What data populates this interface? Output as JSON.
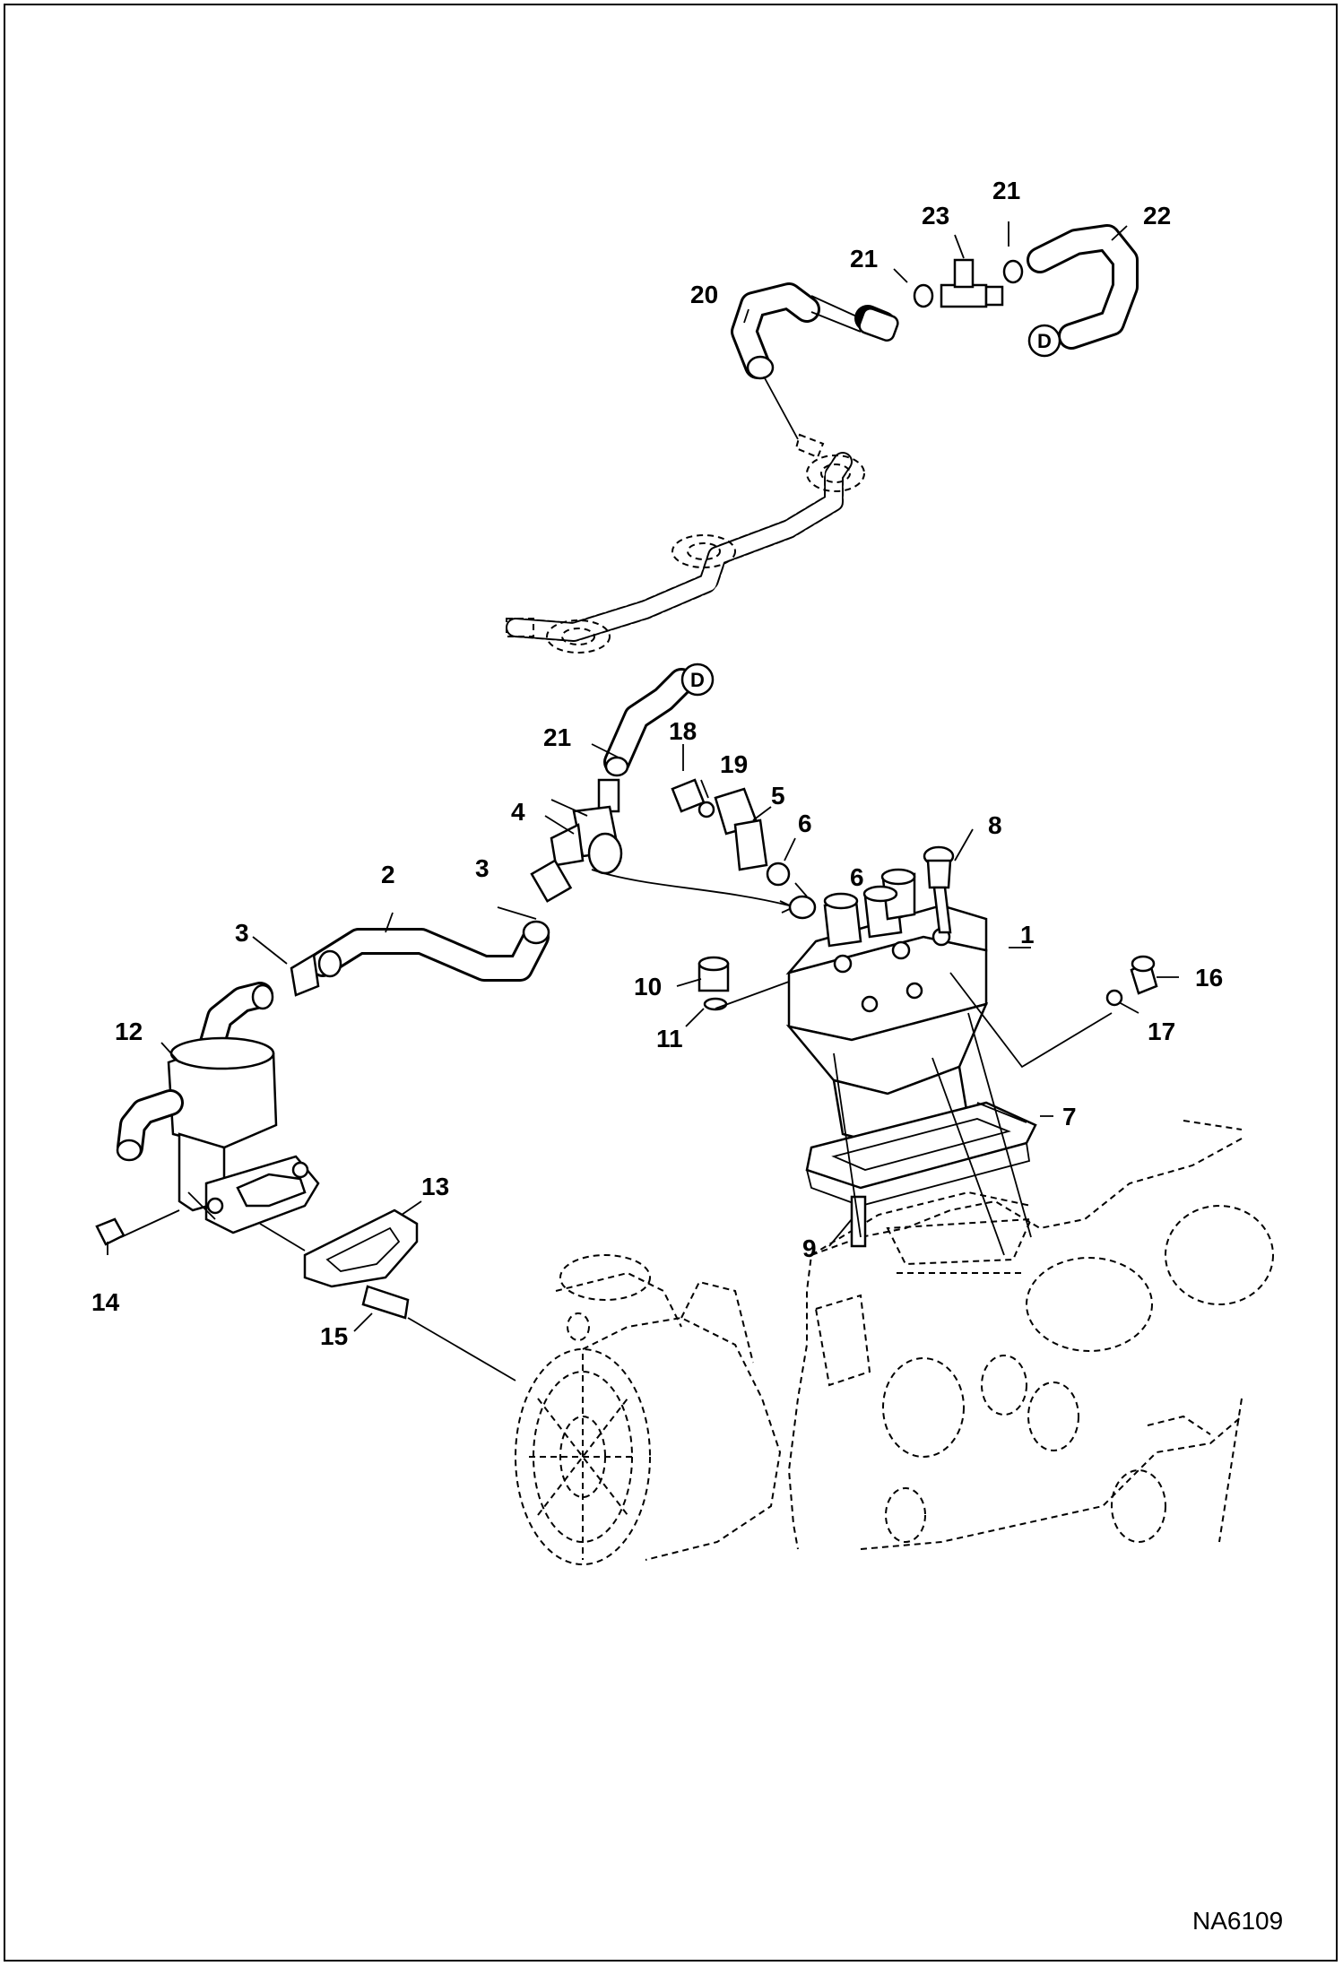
{
  "diagram": {
    "code": "NA6109",
    "connector_symbol": "D",
    "callouts": {
      "c1": "1",
      "c2": "2",
      "c3a": "3",
      "c3b": "3",
      "c4": "4",
      "c5": "5",
      "c6a": "6",
      "c6b": "6",
      "c7": "7",
      "c8": "8",
      "c9": "9",
      "c10": "10",
      "c11": "11",
      "c12": "12",
      "c13": "13",
      "c14": "14",
      "c15": "15",
      "c16": "16",
      "c17": "17",
      "c18": "18",
      "c19": "19",
      "c20": "20",
      "c21a": "21",
      "c21b": "21",
      "c21c": "21",
      "c22": "22",
      "c23": "23"
    }
  }
}
